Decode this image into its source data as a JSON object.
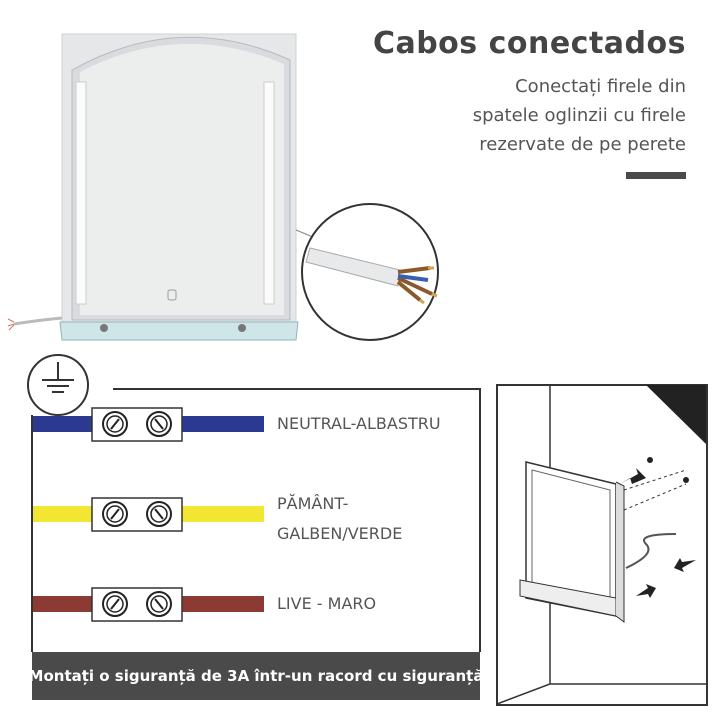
{
  "header": {
    "title": "Cabos conectados",
    "description_lines": [
      "Conectați firele din",
      "spatele oglinzii cu firele",
      "rezervate de pe perete"
    ]
  },
  "wiring": {
    "wires": [
      {
        "label": "NEUTRAL-ALBASTRU",
        "color": "#2b3990"
      },
      {
        "label_lines": [
          "PĂMÂNT-",
          "GALBEN/VERDE"
        ],
        "color": "#f2e633"
      },
      {
        "label": "LIVE - MARO",
        "color": "#8b3a34"
      }
    ],
    "fuse_notice": "Montați o siguranță de 3A într-un racord cu siguranță"
  },
  "icons": [
    "earth-ground-icon",
    "led-mirror-image",
    "cable-closeup-image",
    "wall-mount-diagram"
  ]
}
